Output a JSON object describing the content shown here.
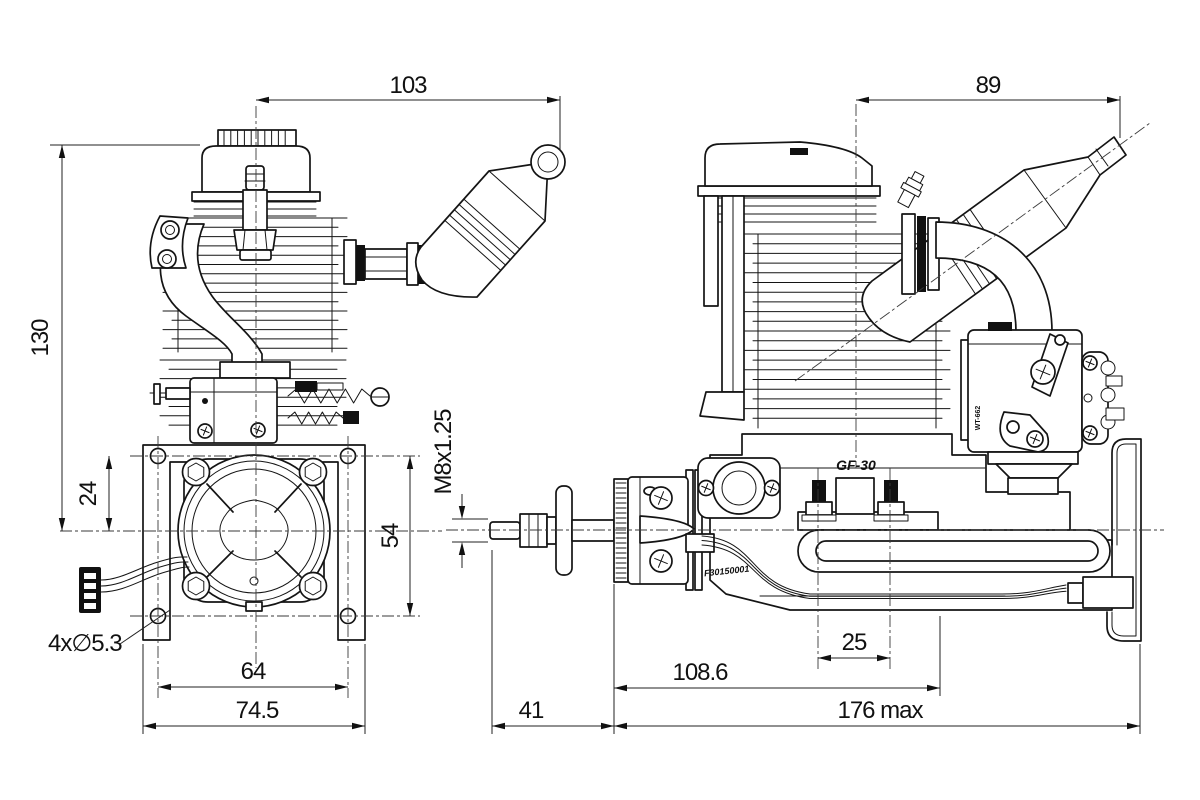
{
  "drawing": {
    "type": "engineering-drawing",
    "subject": "GF-30 single-cylinder gas engine, two-view dimensioned drawing",
    "views": {
      "front": "front view",
      "side": "side view"
    },
    "dimensions": {
      "overall_width_front": "103",
      "overall_width_side": "89",
      "overall_height": "130",
      "mount_top_to_crank_center": "24",
      "mount_hole_vertical_span": "54",
      "mount_hole_callout": "4x∅5.3",
      "mount_hole_horizontal_span": "64",
      "mount_bracket_width": "74.5",
      "prop_shaft_thread": "M8x1.25",
      "mount_stud_spacing": "25",
      "mount_face_to_rear": "108.6",
      "shaft_front_length": "41",
      "overall_length": "176 max"
    },
    "labels": {
      "model": "GF-30",
      "crankcase_marking": "F30150001",
      "carburetor_model": "WT-662"
    },
    "colors": {
      "line": "#141414",
      "background": "#ffffff",
      "dim_line": "#222222"
    }
  }
}
